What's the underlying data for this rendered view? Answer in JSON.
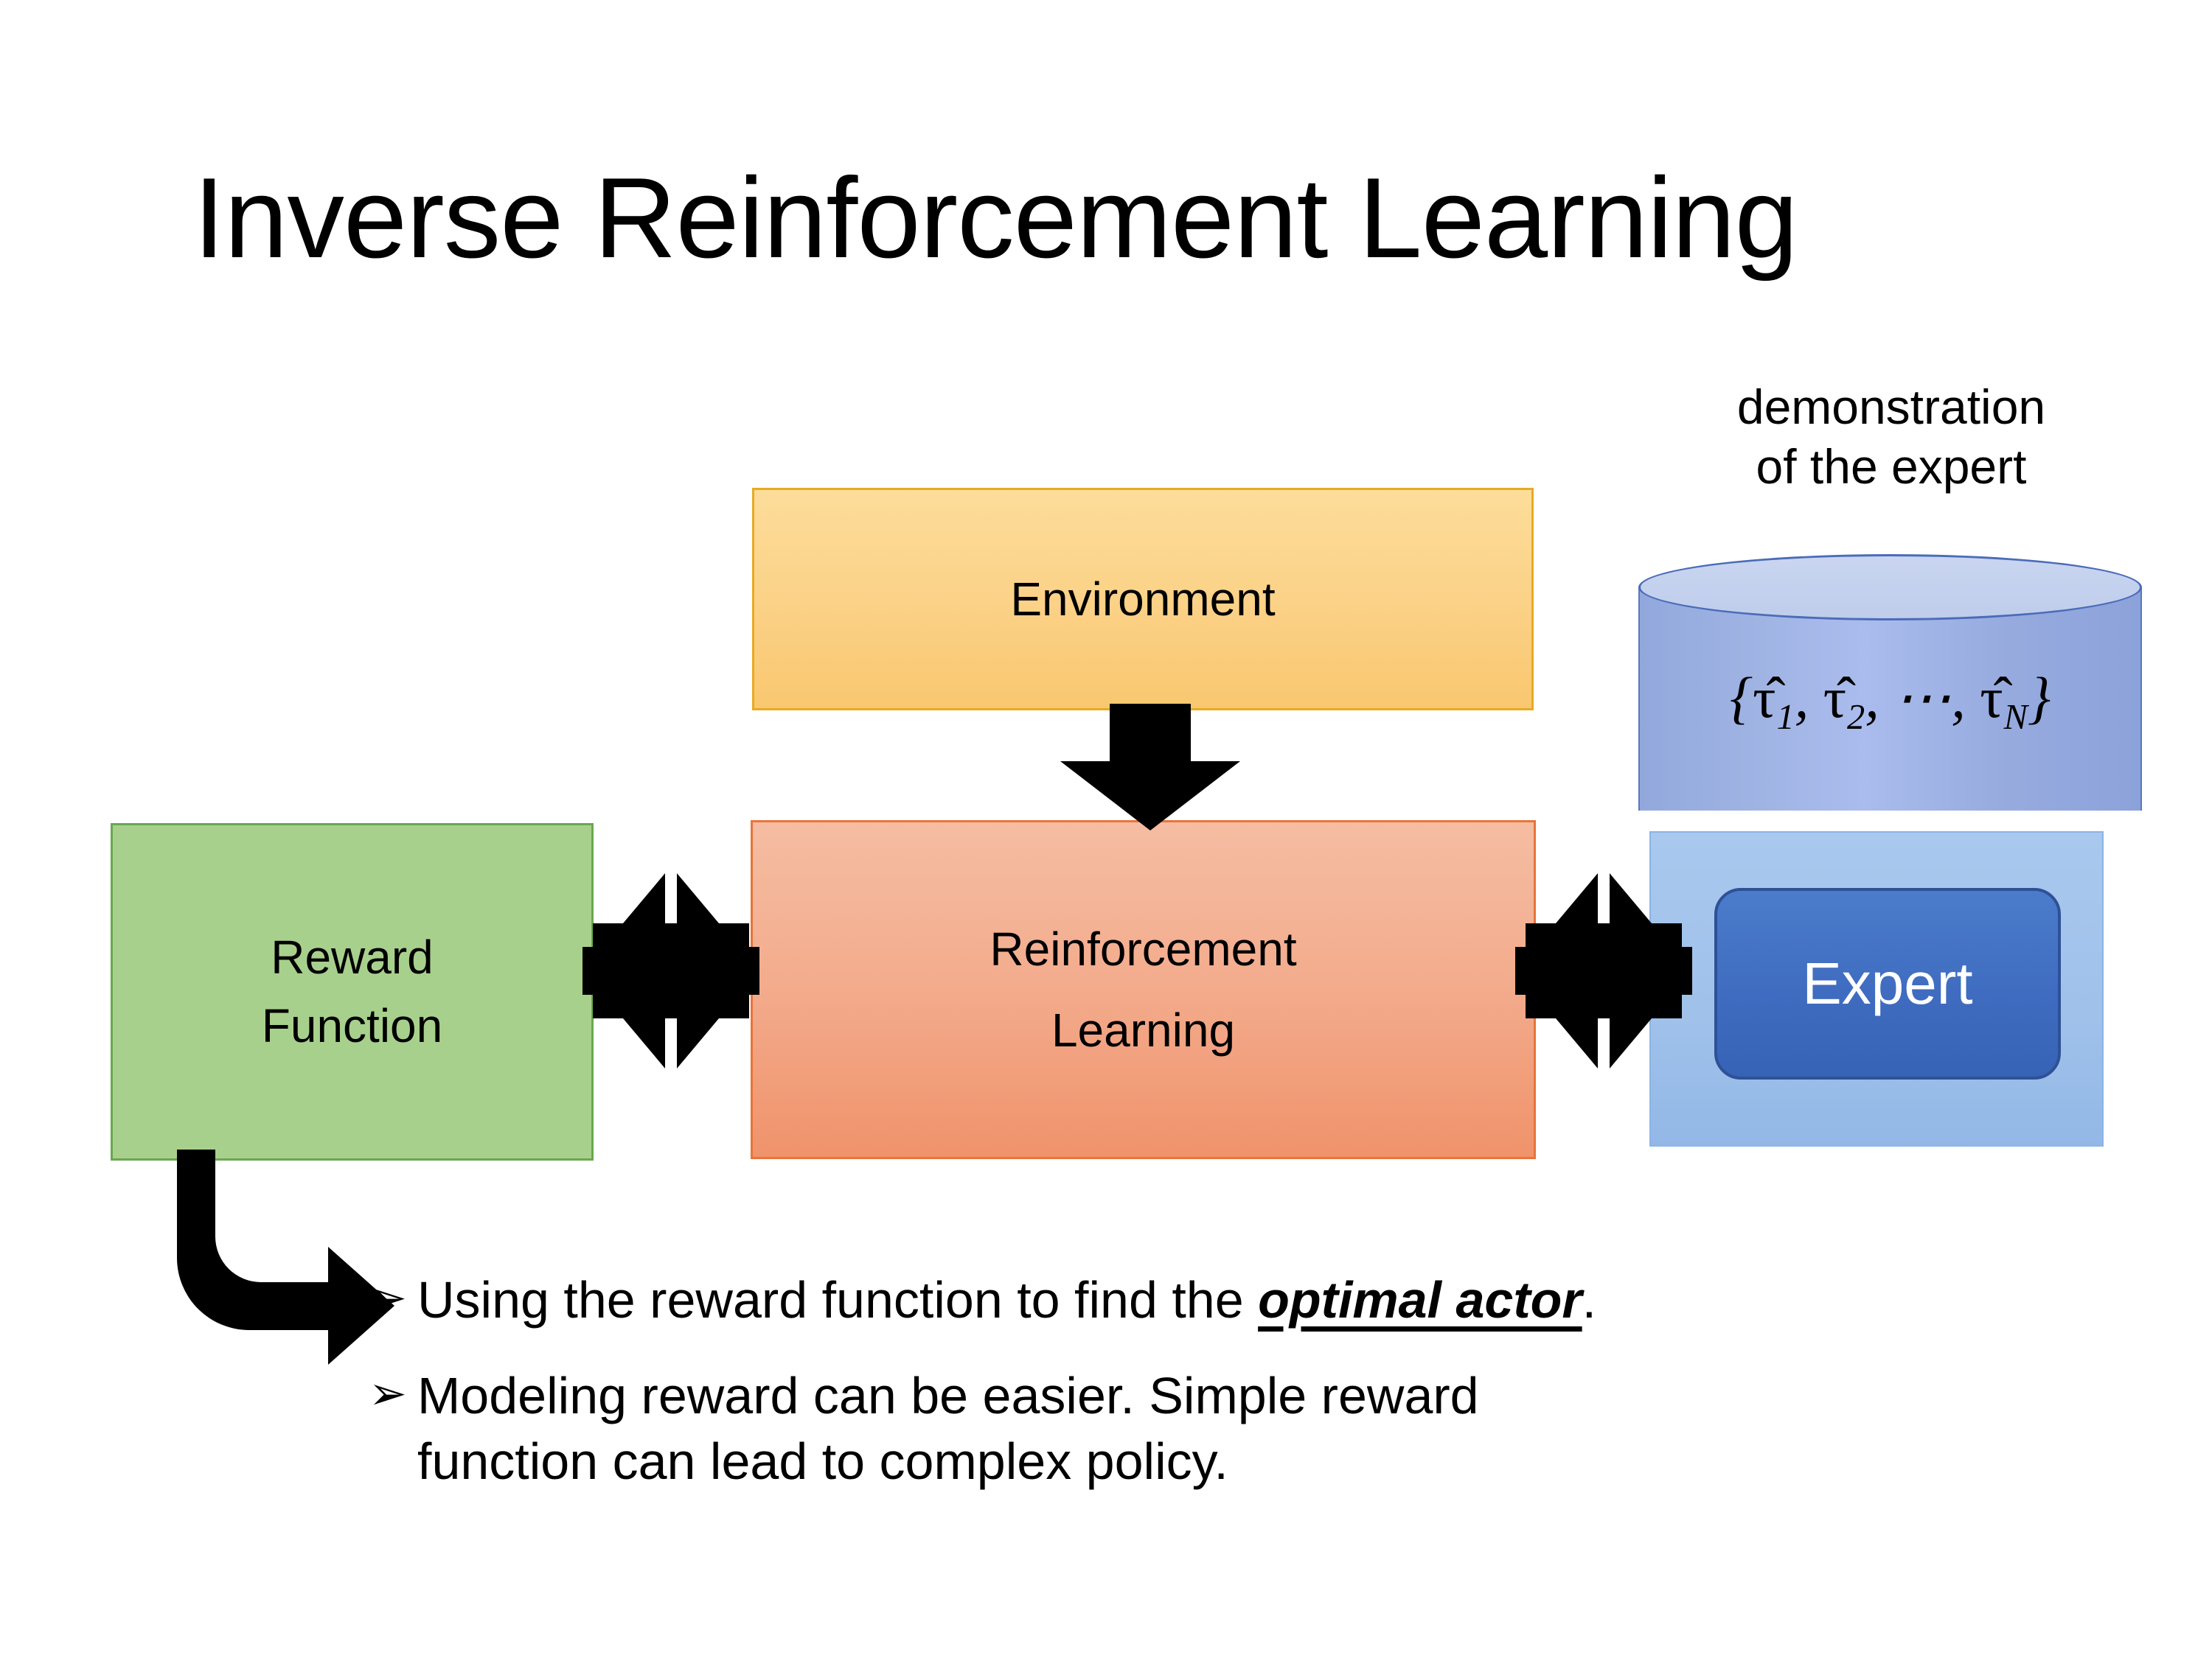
{
  "slide": {
    "title": "Inverse Reinforcement Learning",
    "background_color": "#ffffff"
  },
  "diagram": {
    "environment_box": {
      "label": "Environment",
      "fill_color": "#fbd186",
      "border_color": "#e8aa24"
    },
    "rl_box": {
      "label_line1": "Reinforcement",
      "label_line2": "Learning",
      "fill_color": "#f3ab8c",
      "border_color": "#e8743b"
    },
    "reward_box": {
      "label_line1": "Reward",
      "label_line2": "Function",
      "fill_color": "#a8d08d",
      "border_color": "#6aa84f"
    },
    "expert_region": {
      "caption_line1": "demonstration",
      "caption_line2": "of the expert",
      "cylinder": {
        "formula_open": "{",
        "formula_items": [
          "τ̂1",
          "τ̂2",
          "⋯",
          "τ̂N"
        ],
        "formula_plain": "{τ̂₁, τ̂₂, ⋯, τ̂ₙ}",
        "top_fill": "#c9d5f0",
        "body_fill": "#9fb3e3",
        "stroke_color": "#4a6cb8"
      },
      "plate_fill": "#a3c4ea",
      "expert_chip": {
        "label": "Expert",
        "fill_color": "#3f6cc0",
        "text_color": "#ffffff",
        "border_color": "#2e5196"
      }
    },
    "connectors": [
      {
        "name": "environment-to-rl",
        "kind": "down-block-arrow",
        "color": "#000000"
      },
      {
        "name": "reward-to-rl",
        "kind": "quad-arrow",
        "color": "#000000"
      },
      {
        "name": "rl-to-expert",
        "kind": "quad-arrow",
        "color": "#000000"
      },
      {
        "name": "reward-to-bullets",
        "kind": "elbow-arrow",
        "color": "#000000"
      }
    ]
  },
  "bullets": {
    "marker": "➢",
    "items": [
      {
        "prefix": "Using the reward function to find the ",
        "emphasis": "optimal actor",
        "suffix": ".",
        "line2": ""
      },
      {
        "prefix": "Modeling reward can be easier. Simple reward",
        "emphasis": "",
        "suffix": "",
        "line2": "function can lead to complex policy."
      }
    ]
  }
}
